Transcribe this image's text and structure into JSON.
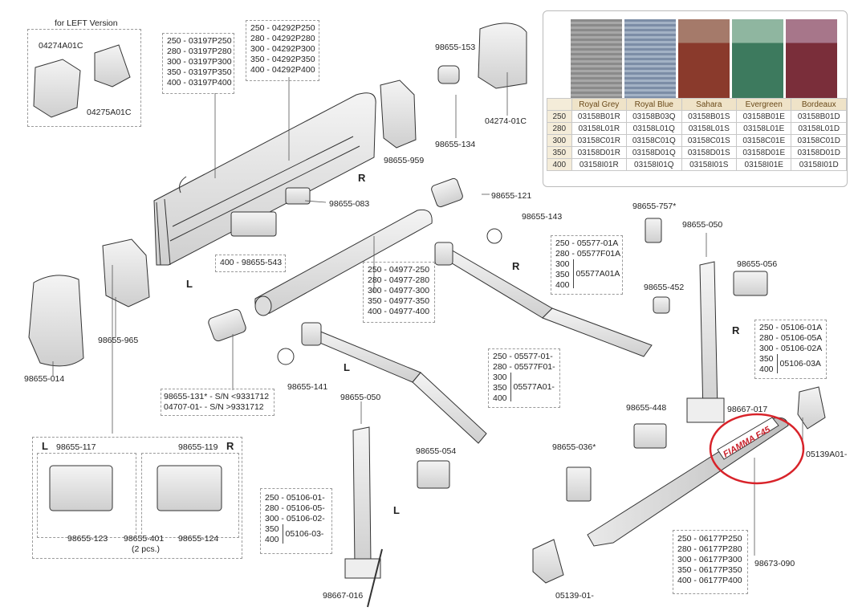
{
  "left_version": {
    "title": "for LEFT Version",
    "parts": [
      "04274A01C",
      "04275A01C"
    ]
  },
  "fabric_table": {
    "colors": [
      "Royal Grey",
      "Royal Blue",
      "Sahara",
      "Evergreen",
      "Bordeaux"
    ],
    "swatch_colors": [
      "#8f8f8f",
      "#7e8fa6",
      "#8a3a2c",
      "#3d7a5e",
      "#7a2e3a"
    ],
    "rows": [
      {
        "len": "250",
        "codes": [
          "03158B01R",
          "03158B03Q",
          "03158B01S",
          "03158B01E",
          "03158B01D"
        ]
      },
      {
        "len": "280",
        "codes": [
          "03158L01R",
          "03158L01Q",
          "03158L01S",
          "03158L01E",
          "03158L01D"
        ]
      },
      {
        "len": "300",
        "codes": [
          "03158C01R",
          "03158C01Q",
          "03158C01S",
          "03158C01E",
          "03158C01D"
        ]
      },
      {
        "len": "350",
        "codes": [
          "03158D01R",
          "03158D01Q",
          "03158D01S",
          "03158D01E",
          "03158D01D"
        ]
      },
      {
        "len": "400",
        "codes": [
          "03158I01R",
          "03158I01Q",
          "03158I01S",
          "03158I01E",
          "03158I01D"
        ]
      }
    ]
  },
  "lists": {
    "case": [
      "250 - 03197P250",
      "280 - 03197P280",
      "300 - 03197P300",
      "350 - 03197P350",
      "400 - 03197P400"
    ],
    "cover": [
      "250 - 04292P250",
      "280 - 04292P280",
      "300 - 04292P300",
      "350 - 04292P350",
      "400 - 04292P400"
    ],
    "roller": [
      "250 - 04977-250",
      "280 - 04977-280",
      "300 - 04977-300",
      "350 - 04977-350",
      "400 - 04977-400"
    ],
    "arm_r": {
      "top": [
        "250 - 05577-01A",
        "280 - 05577F01A"
      ],
      "sizes": [
        "300",
        "350",
        "400"
      ],
      "code": "05577A01A"
    },
    "arm_l": {
      "top": [
        "250 - 05577-01-",
        "280 - 05577F01-"
      ],
      "sizes": [
        "300",
        "350",
        "400"
      ],
      "code": "05577A01-"
    },
    "leg_r": {
      "top": [
        "250 - 05106-01A",
        "280 - 05106-05A",
        "300 - 05106-02A"
      ],
      "sizes": [
        "350",
        "400"
      ],
      "code": "05106-03A"
    },
    "leg_l": {
      "top": [
        "250 - 05106-01-",
        "280 - 05106-05-",
        "300 - 05106-02-"
      ],
      "sizes": [
        "350",
        "400"
      ],
      "code": "05106-03-"
    },
    "bar": [
      "250 - 06177P250",
      "280 - 06177P280",
      "300 - 06177P300",
      "350 - 06177P350",
      "400 - 06177P400"
    ],
    "sn": [
      "98655-131* - S/N <9331712",
      "04707-01- - S/N >9331712"
    ]
  },
  "parts": {
    "p153": "98655-153",
    "p134": "98655-134",
    "p959": "98655-959",
    "p01c": "04274-01C",
    "p083": "98655-083",
    "p543": "400 - 98655-543",
    "p121": "98655-121",
    "p143": "98655-143",
    "p965": "98655-965",
    "p014": "98655-014",
    "p141": "98655-141",
    "p757": "98655-757*",
    "p050r": "98655-050",
    "p056": "98655-056",
    "p452": "98655-452",
    "p448": "98655-448",
    "p017": "98667-017",
    "p05139a": "05139A01-",
    "p036": "98655-036*",
    "p050l": "98655-050",
    "p054": "98655-054",
    "p117": "98655-117",
    "p119": "98655-119",
    "p123": "98655-123",
    "p401": "98655-401",
    "p401b": "(2 pcs.)",
    "p124": "98655-124",
    "p016": "98667-016",
    "p05139": "05139-01-",
    "p090": "98673-090"
  },
  "side_markers": {
    "R": "R",
    "L": "L"
  },
  "brand_text": "FIAMMA F45"
}
